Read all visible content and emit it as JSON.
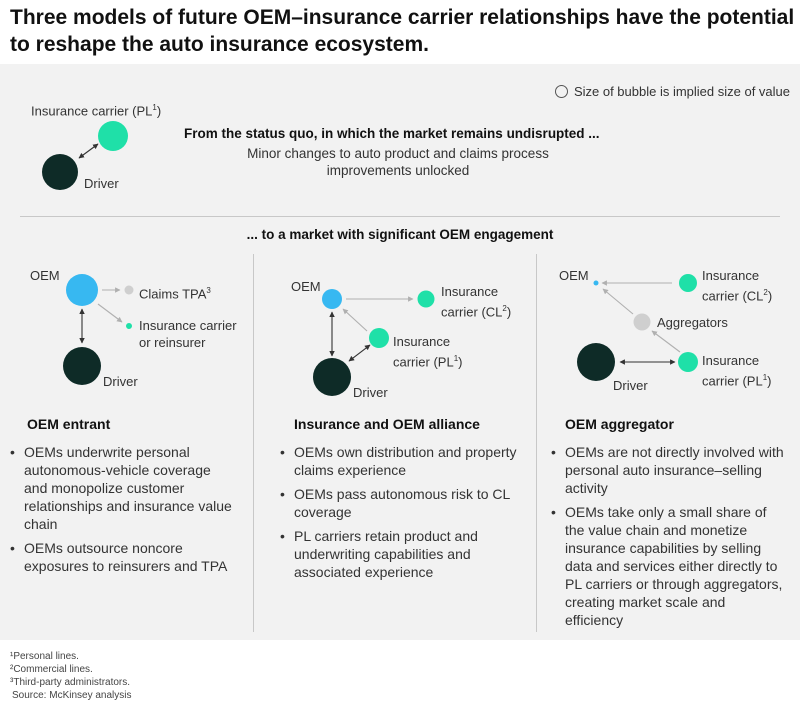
{
  "title": "Three models of future OEM–insurance carrier relationships have the potential to reshape the auto insurance ecosystem.",
  "legend": "Size of bubble is implied size of value",
  "status_quo": {
    "carrier_label": "Insurance carrier (PL",
    "carrier_sup": "1",
    "carrier_close": ")",
    "driver_label": "Driver",
    "heading": "From the status quo, in which the market remains undisrupted ...",
    "sub_line1": "Minor changes to auto product and claims process",
    "sub_line2": "improvements unlocked"
  },
  "transition": "... to a market with significant OEM engagement",
  "colors": {
    "dark": "#0e2b27",
    "teal": "#1fe0a8",
    "blue": "#37b8f1",
    "gray": "#cfcfcf"
  },
  "models": [
    {
      "title": "OEM entrant",
      "diagram": {
        "oem": "OEM",
        "claims": "Claims TPA",
        "claims_sup": "3",
        "carrier_line1": "Insurance carrier",
        "carrier_line2": "or reinsurer",
        "driver": "Driver"
      },
      "bullets": [
        "OEMs underwrite personal autonomous-vehicle coverage and monopolize customer relationships and insurance value chain",
        "OEMs outsource noncore exposures to reinsurers and TPA"
      ]
    },
    {
      "title": "Insurance and OEM alliance",
      "diagram": {
        "oem": "OEM",
        "cl_line1": "Insurance",
        "cl_line2": "carrier (CL",
        "cl_sup": "2",
        "pl_line1": "Insurance",
        "pl_line2": "carrier (PL",
        "pl_sup": "1",
        "driver": "Driver"
      },
      "bullets": [
        "OEMs own distribution and property claims experience",
        "OEMs pass autonomous risk to CL coverage",
        "PL carriers retain product and underwriting capabilities and associated experience"
      ]
    },
    {
      "title": "OEM aggregator",
      "diagram": {
        "oem": "OEM",
        "cl_line1": "Insurance",
        "cl_line2": "carrier (CL",
        "cl_sup": "2",
        "aggregators": "Aggregators",
        "pl_line1": "Insurance",
        "pl_line2": "carrier (PL",
        "pl_sup": "1",
        "driver": "Driver"
      },
      "bullets": [
        "OEMs are not directly involved with personal auto insurance–selling activity",
        "OEMs take only a small share of the value chain and monetize insurance capabilities by selling data and services either directly to PL carriers or through aggregators, creating market scale and efficiency"
      ]
    }
  ],
  "footnotes": [
    "¹Personal lines.",
    "²Commercial lines.",
    "³Third-party administrators.",
    "Source: McKinsey analysis"
  ]
}
